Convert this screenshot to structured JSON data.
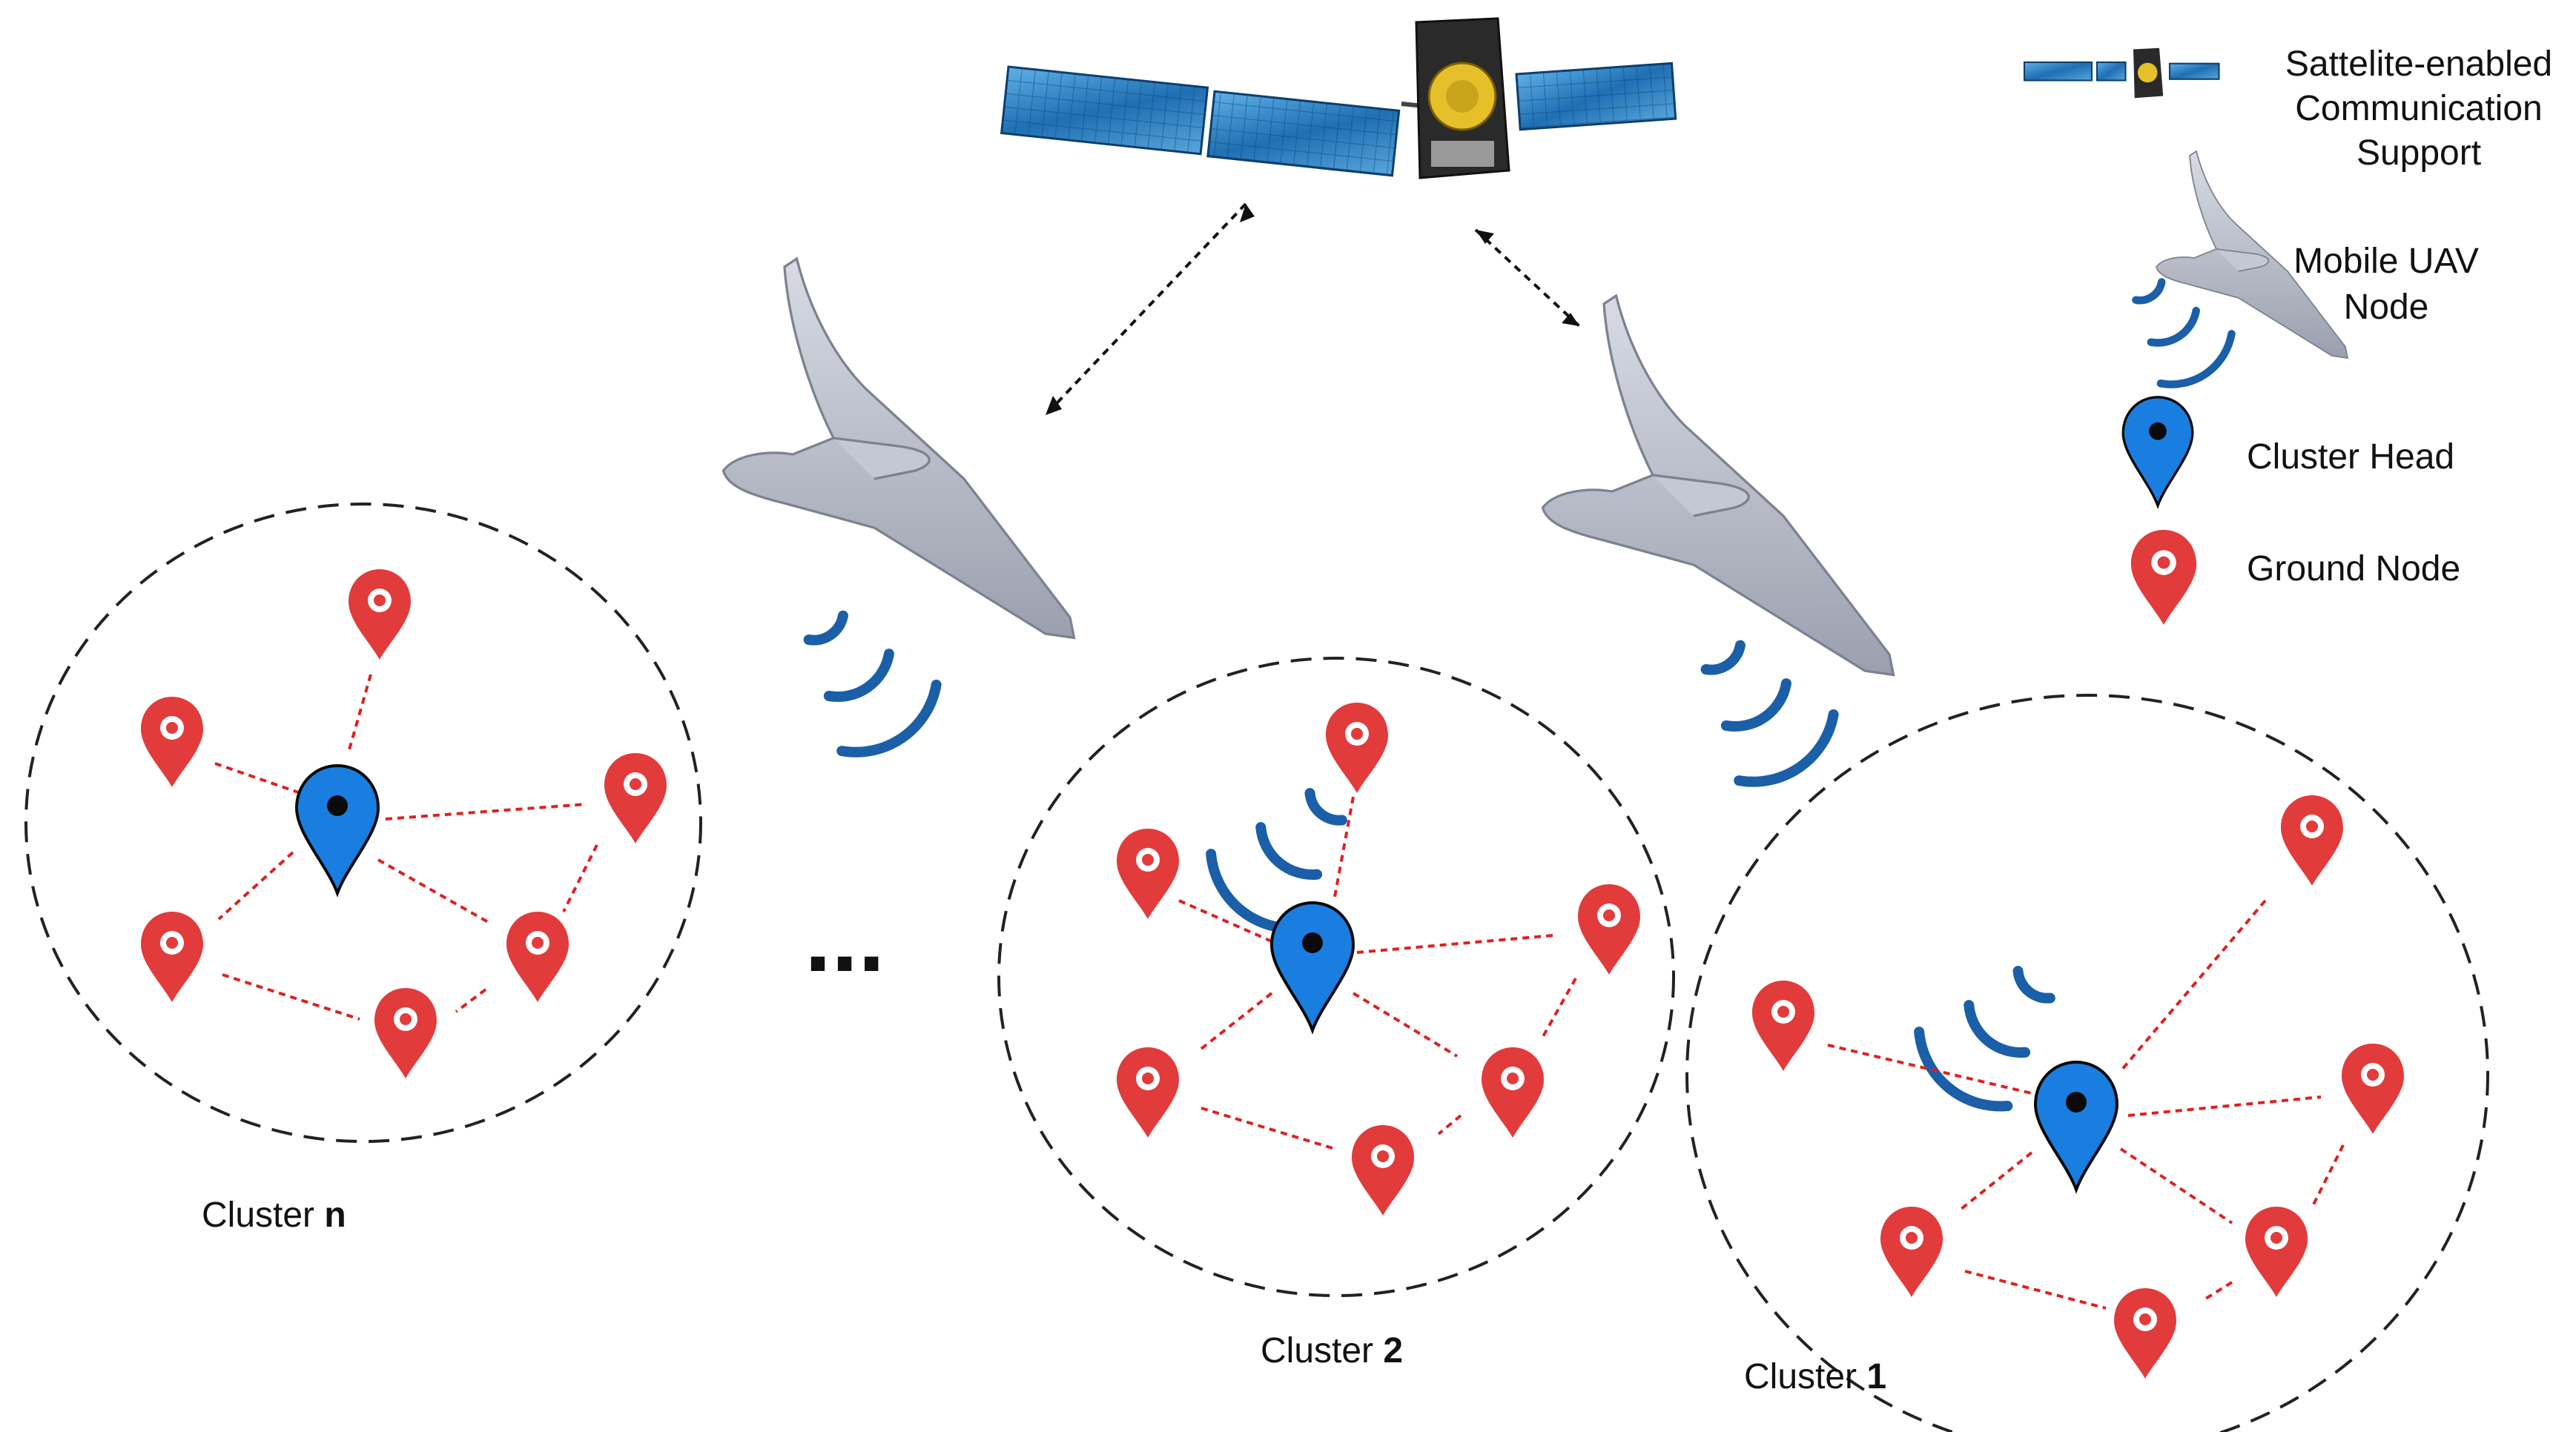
{
  "legend": {
    "satellite_label": [
      "Sattelite-enabled",
      "Communication",
      "Support"
    ],
    "uav_label": [
      "Mobile UAV",
      "Node"
    ],
    "cluster_head_label": "Cluster Head",
    "ground_node_label": "Ground Node"
  },
  "clusters": [
    {
      "prefix": "Cluster ",
      "number": "n"
    },
    {
      "prefix": "Cluster ",
      "number": "2"
    },
    {
      "prefix": "Cluster ",
      "number": "1"
    }
  ],
  "ellipsis": "...",
  "colors": {
    "cluster_head": "#1a7ee0",
    "ground_node": "#e23b3b",
    "link": "#e02020",
    "signal": "#1a5fa8",
    "uav": "#b7bcc8",
    "panel": "#2f7fc0",
    "dashed": "#222222"
  },
  "icons": [
    "satellite-icon",
    "uav-icon",
    "cluster-head-pin-icon",
    "ground-node-pin-icon",
    "signal-waves-icon"
  ]
}
